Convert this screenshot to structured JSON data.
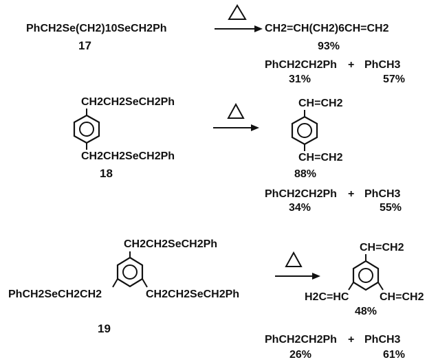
{
  "reaction_1": {
    "reactant": "PhCH2Se(CH2)10SeCH2Ph",
    "compound_number": "17",
    "heat_symbol": "Δ",
    "product": "CH2=CH(CH2)6CH=CH2",
    "product_yield": "93%",
    "byproduct_1": "PhCH2CH2Ph",
    "plus": "+",
    "byproduct_2": "PhCH3",
    "byproduct_1_yield": "31%",
    "byproduct_2_yield": "57%"
  },
  "reaction_2": {
    "reactant_sub_top": "CH2CH2SeCH2Ph",
    "reactant_sub_bottom": "CH2CH2SeCH2Ph",
    "compound_number": "18",
    "heat_symbol": "Δ",
    "product_sub_top": "CH=CH2",
    "product_sub_bottom": "CH=CH2",
    "product_yield": "88%",
    "byproduct_1": "PhCH2CH2Ph",
    "plus": "+",
    "byproduct_2": "PhCH3",
    "byproduct_1_yield": "34%",
    "byproduct_2_yield": "55%"
  },
  "reaction_3": {
    "reactant_sub_top": "CH2CH2SeCH2Ph",
    "reactant_sub_left": "PhCH2SeCH2CH2",
    "reactant_sub_right": "CH2CH2SeCH2Ph",
    "compound_number": "19",
    "heat_symbol": "Δ",
    "product_sub_top": "CH=CH2",
    "product_sub_left": "H2C=HC",
    "product_sub_right": "CH=CH2",
    "product_yield": "48%",
    "byproduct_1": "PhCH2CH2Ph",
    "plus": "+",
    "byproduct_2": "PhCH3",
    "byproduct_1_yield": "26%",
    "byproduct_2_yield": "61%"
  }
}
